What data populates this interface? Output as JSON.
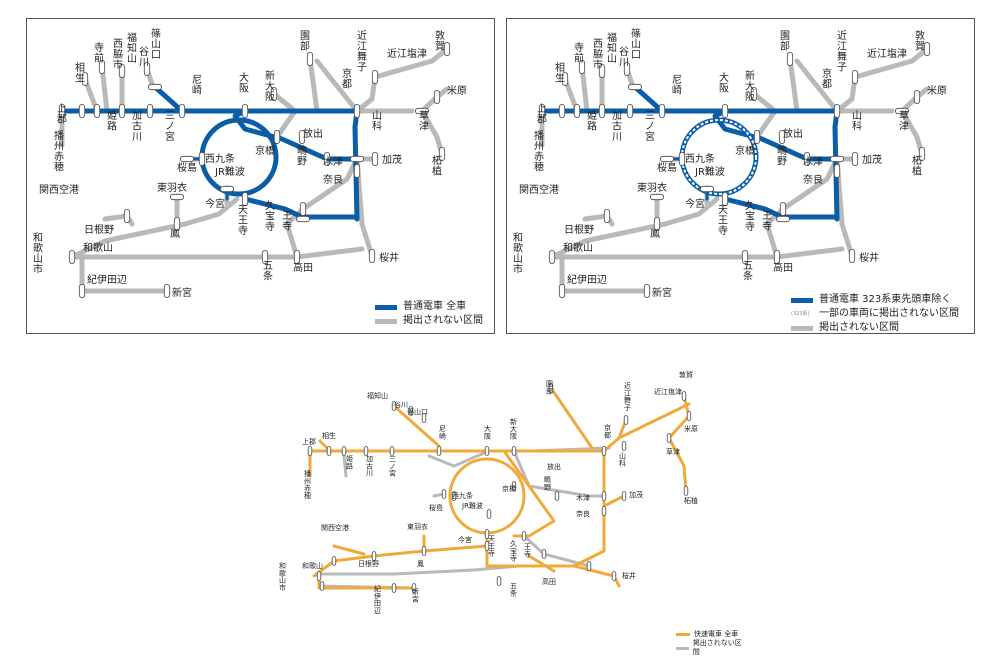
{
  "colors": {
    "blue": "#0a5ea8",
    "gray": "#b9b9b9",
    "orange": "#f2a93b",
    "ring_dash": "#0a5ea8"
  },
  "stations": {
    "kamigori": "上郡",
    "harima_ako": "播州赤穂",
    "aioi": "相生",
    "himeji": "姫路",
    "kakogawa": "加古川",
    "sannomiya": "三ノ宮",
    "amagasaki": "尼崎",
    "osaka": "大阪",
    "shin_osaka": "新大阪",
    "kyoto": "京都",
    "yamashina": "山科",
    "kusatsu": "草津",
    "maibara": "米原",
    "tsuruga": "敦賀",
    "omi_shiotsu": "近江塩津",
    "omi_maiko": "近江舞子",
    "tsuge": "柘植",
    "sonobe": "園部",
    "kizu": "木津",
    "kamo": "加茂",
    "nara": "奈良",
    "hanaten": "放出",
    "kyobashi": "京橋",
    "shigino": "鴫野",
    "nishikujo": "西九条",
    "sakurajima": "桜島",
    "jr_namba": "JR難波",
    "imamiya": "今宮",
    "tennoji": "天王寺",
    "kyuhoji": "久宝寺",
    "oji": "王寺",
    "takada": "高田",
    "sakurai": "桜井",
    "gojo": "五条",
    "wakayama": "和歌山",
    "wakayamashi": "和歌山市",
    "kii_tanabe": "紀伊田辺",
    "shingu": "新宮",
    "hineno": "日根野",
    "otori": "鳳",
    "higashi_hagoromo": "東羽衣",
    "kansai_airport": "関西空港",
    "sasayamaguchi": "篠山口",
    "tanigawa": "谷川",
    "fukuchiyama": "福知山",
    "nishiwakishi": "西脇市",
    "teramae": "寺前"
  },
  "legend1": {
    "line1": "普通電車 全車",
    "line2": "掲出されない区間"
  },
  "legend2": {
    "line1": "普通電車 323系東先頭車除く",
    "line2": "一部の車両に掲出されない区間",
    "line3": "掲出されない区間",
    "tiny": "(323系)"
  },
  "legend3": {
    "line1": "快速電車 全車",
    "line2": "掲出されない区間"
  }
}
